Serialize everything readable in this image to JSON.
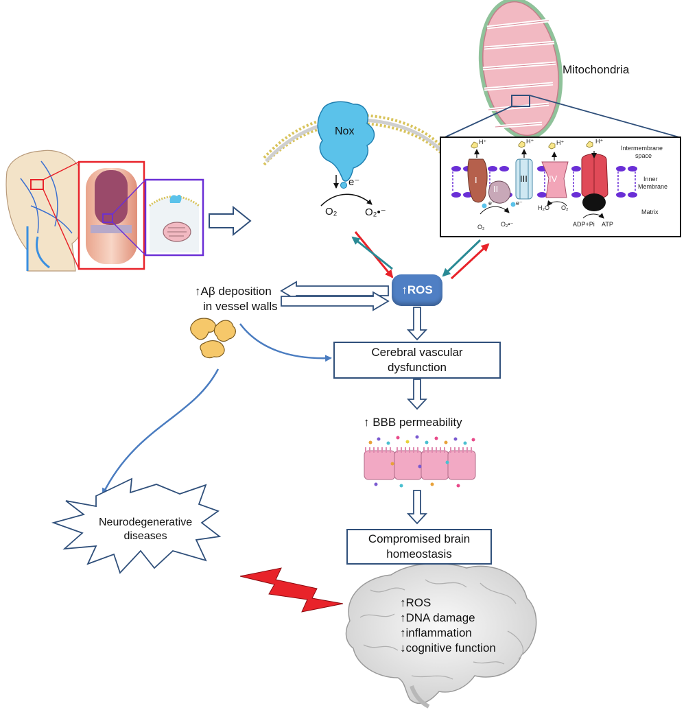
{
  "labels": {
    "mitochondria": "Mitochondria",
    "nox": "Nox",
    "electron": "e⁻",
    "o2": "O₂",
    "superoxide": "O₂•⁻",
    "ros": "↑ROS",
    "abeta_line1": "↑Aβ deposition",
    "abeta_line2": "in vessel walls",
    "cvd_line1": "Cerebral vascular",
    "cvd_line2": "dysfunction",
    "bbb": "↑ BBB permeability",
    "cbh_line1": "Compromised brain",
    "cbh_line2": "homeostasis",
    "neuro_line1": "Neurodegenerative",
    "neuro_line2": "diseases"
  },
  "inset": {
    "intermembrane_line1": "Intermembrane",
    "intermembrane_line2": "space",
    "inner_line1": "Inner",
    "inner_line2": "Membrane",
    "matrix": "Matrix",
    "complex_1": "I",
    "complex_2": "II",
    "complex_3": "III",
    "complex_4": "IV",
    "proton": "H⁺",
    "h2o": "H₂O",
    "o2": "O₂",
    "o2_left": "O₂",
    "superoxide": "O₂•⁻",
    "electron": "e⁻",
    "adp": "ADP+Pi",
    "atp": "ATP"
  },
  "brain_effects": [
    "↑ROS",
    "↑DNA damage",
    "↑inflammation",
    "↓cognitive function"
  ],
  "colors": {
    "arrow_blue": "#4a7cc0",
    "outline_blue": "#2f4f7a",
    "red_arrow": "#e8232a",
    "teal_arrow": "#2a8a95",
    "ros_fill": "#4f7fc4",
    "nox_fill": "#5bc2ea",
    "mito_pink": "#f2b9c2",
    "membrane_purple": "#6a2fd6"
  }
}
